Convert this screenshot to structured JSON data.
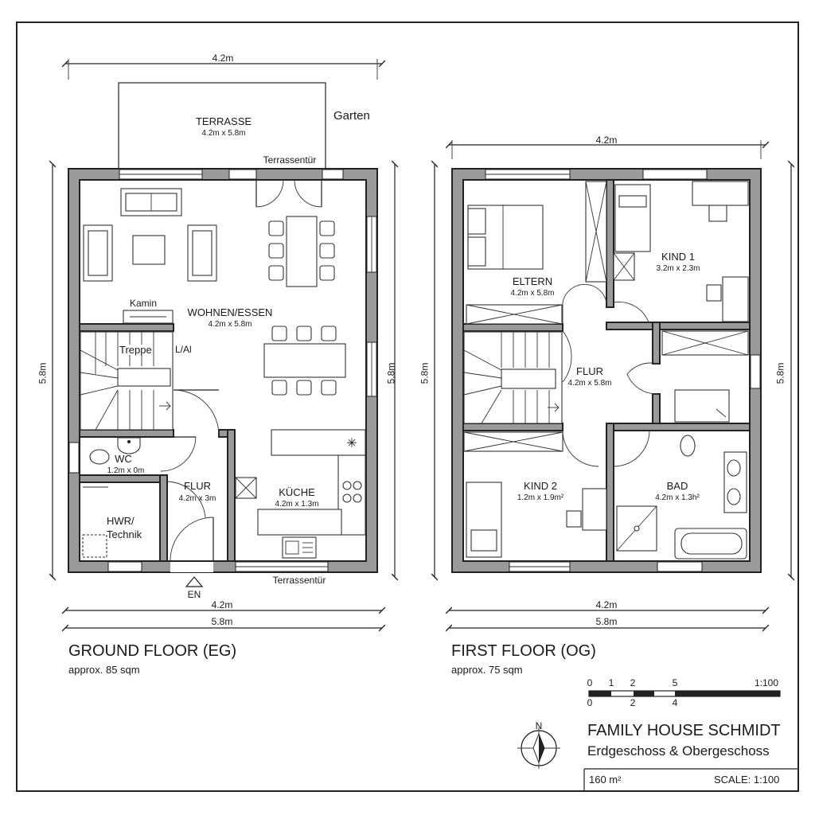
{
  "ground_floor": {
    "title": "GROUND FLOOR (EG)",
    "area": "approx. 85 sqm",
    "top_dim": "4.2m",
    "side_dim_left": "5.8m",
    "side_dim_right": "5.8m",
    "bottom_dim_1": "4.2m",
    "bottom_dim_2": "5.8m",
    "terrace": {
      "name": "TERRASSE",
      "size": "4.2m x 5.8m"
    },
    "garden": "Garten",
    "terrace_door_top": "Terrassentür",
    "terrace_door_bottom": "Terrassentür",
    "fireplace": "Kamin",
    "living": {
      "name": "WOHNEN/ESSEN",
      "size": "4.2m x 5.8m"
    },
    "stairs": "Treppe",
    "stairs_tag": "L/Al",
    "wc": {
      "name": "WC",
      "size": "1.2m x 0m"
    },
    "hall": {
      "name": "FLUR",
      "size": "4.2m x 3m"
    },
    "kitchen": {
      "name": "KÜCHE",
      "size": "4.2m x 1.3m"
    },
    "utility": {
      "name_1": "HWR/",
      "name_2": "Technik"
    },
    "entrance": "EN"
  },
  "first_floor": {
    "title": "FIRST FLOOR (OG)",
    "area": "approx. 75 sqm",
    "top_dim": "4.2m",
    "side_dim_left": "5.8m",
    "side_dim_right": "5.8m",
    "bottom_dim_1": "4.2m",
    "bottom_dim_2": "5.8m",
    "parents": {
      "name": "ELTERN",
      "size": "4.2m x 5.8m"
    },
    "kid1": {
      "name": "KIND 1",
      "size": "3.2m x 2.3m"
    },
    "hall": {
      "name": "FLUR",
      "size": "4.2m x 5.8m"
    },
    "kid2": {
      "name": "KIND 2",
      "size": "1.2m x 1.9m²"
    },
    "bath": {
      "name": "BAD",
      "size": "4.2m x 1.3h²"
    }
  },
  "scale_bar": {
    "top_ticks": [
      "0",
      "1",
      "2",
      "5"
    ],
    "bottom_ticks": [
      "0",
      "2",
      "4"
    ],
    "ratio": "1:100"
  },
  "north": "N",
  "title_block": {
    "name": "FAMILY HOUSE SCHMIDT",
    "subtitle": "Erdgeschoss & Obergeschoss",
    "total_area": "160 m²",
    "scale": "SCALE: 1:100"
  }
}
